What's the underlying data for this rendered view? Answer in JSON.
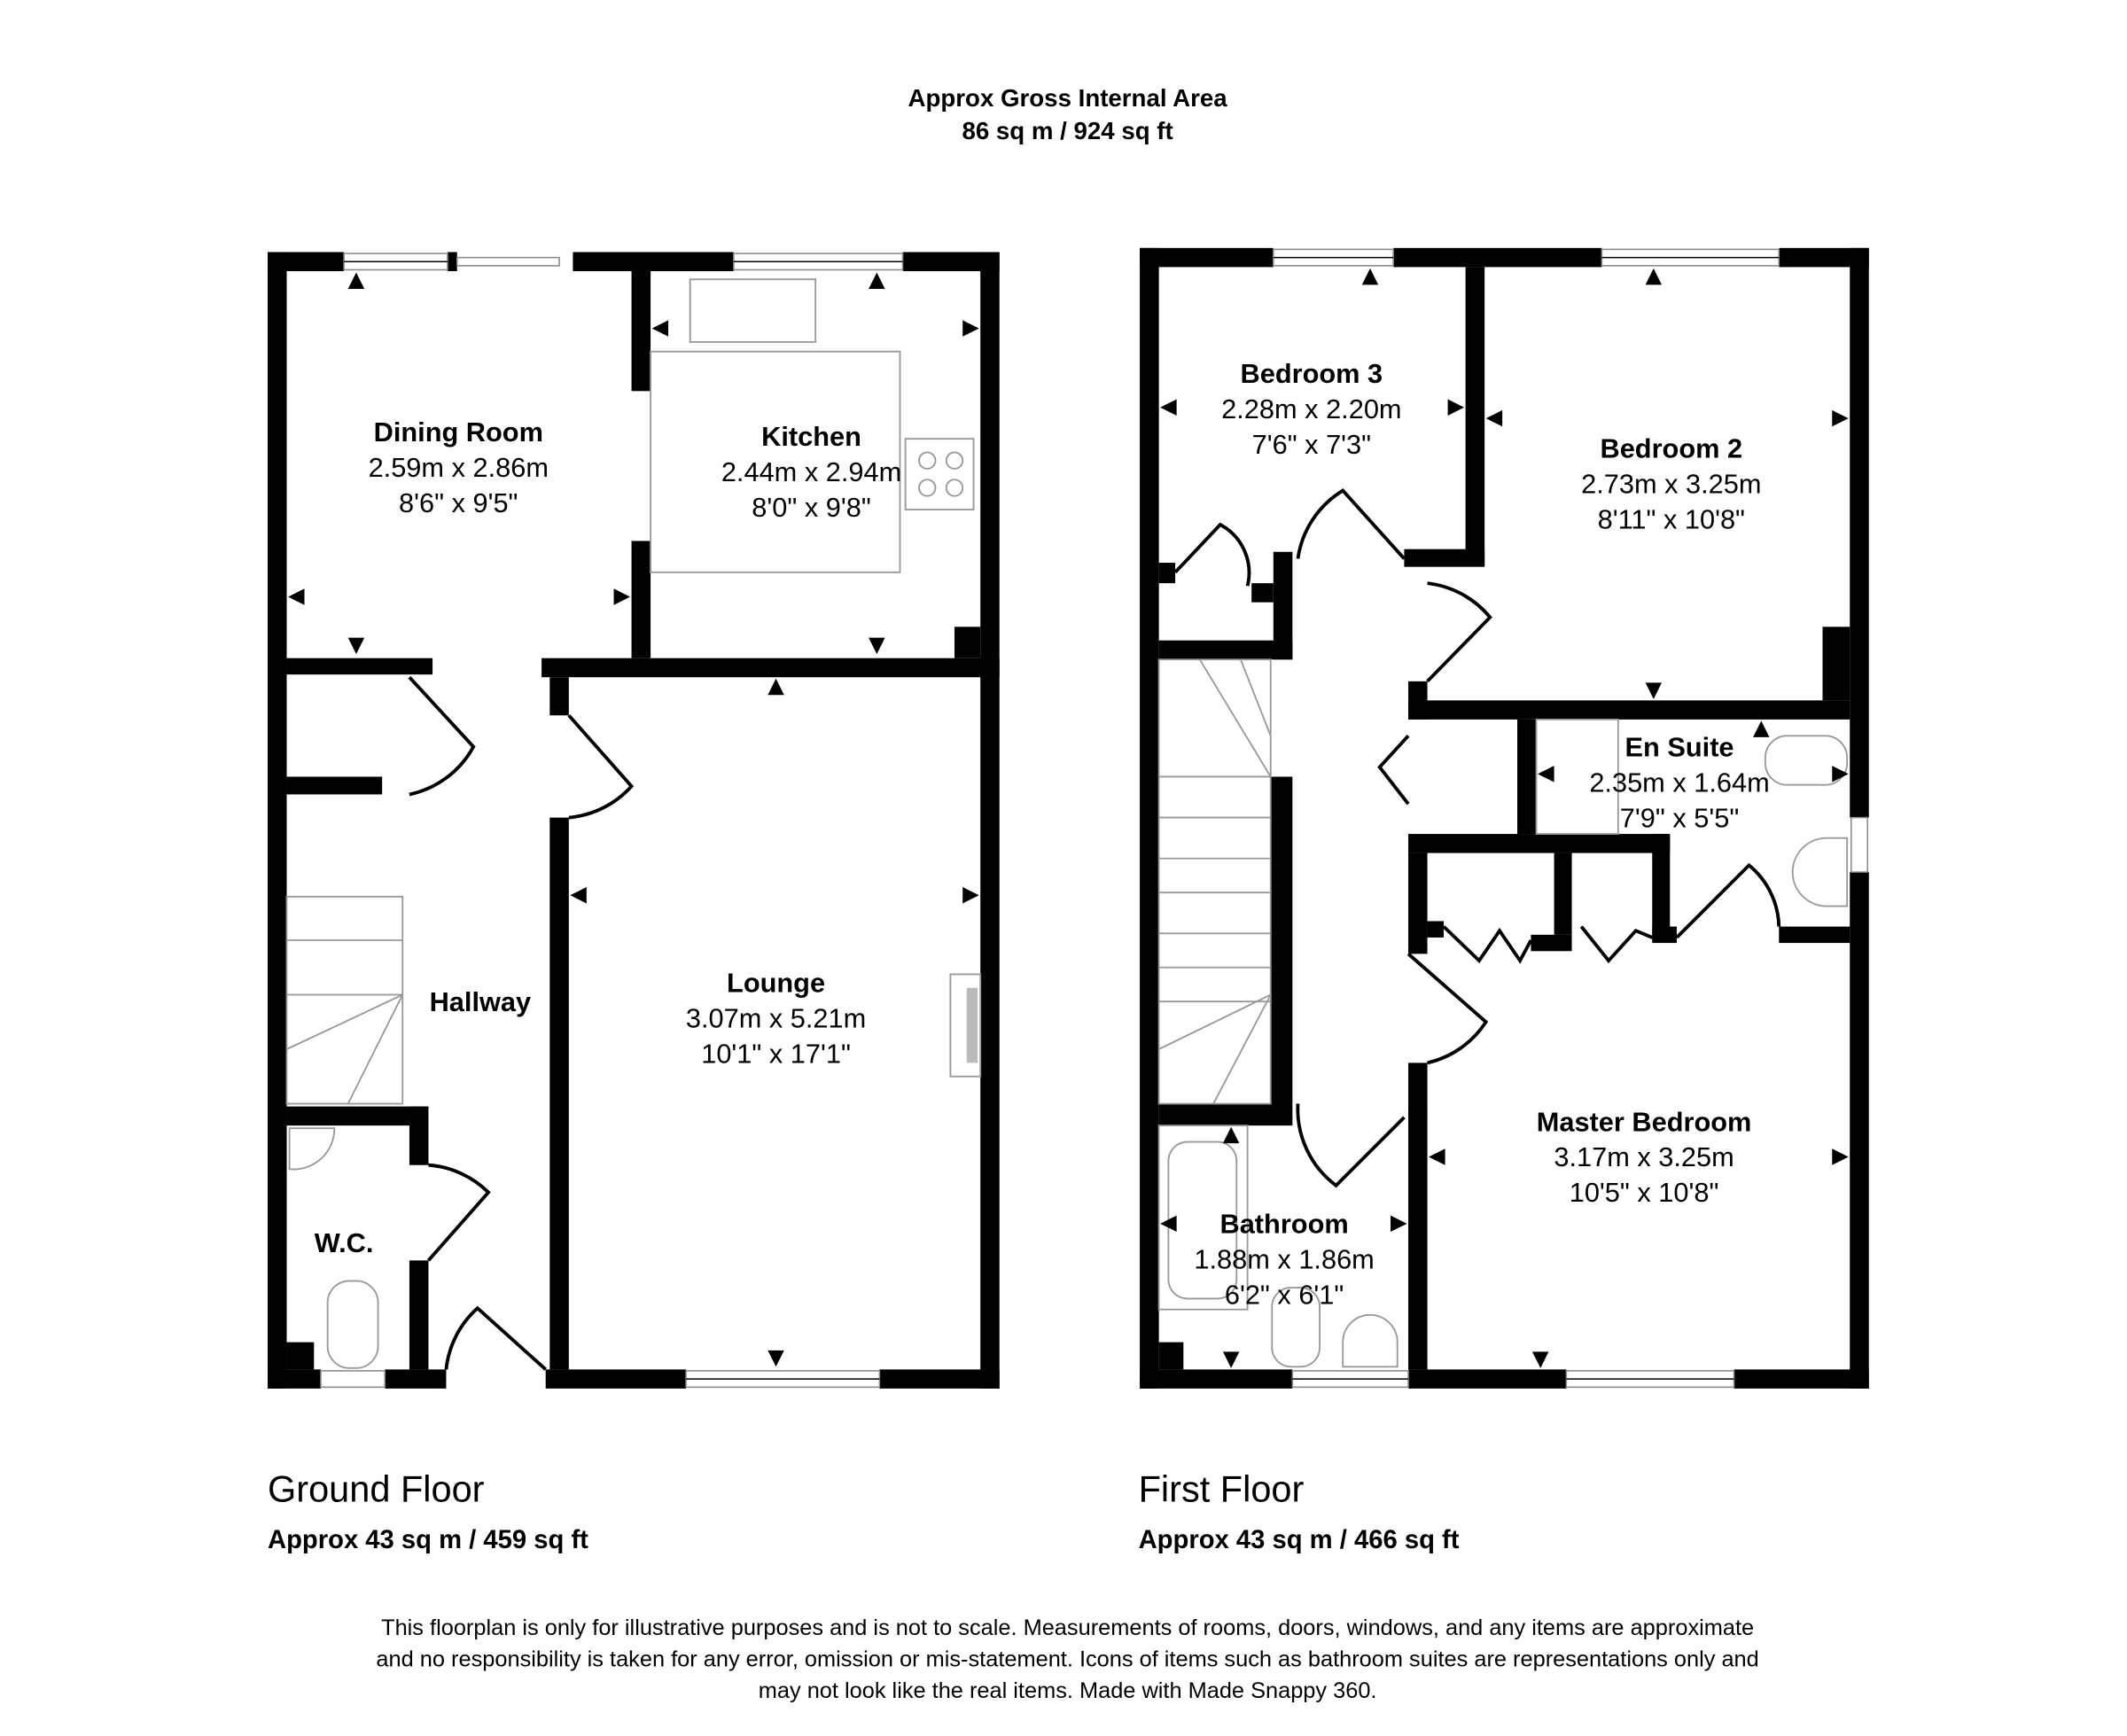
{
  "header": {
    "title": "Approx Gross Internal Area",
    "area": "86 sq m / 924 sq ft"
  },
  "floors": [
    {
      "name": "Ground Floor",
      "area": "Approx 43 sq m / 459 sq ft",
      "rooms": [
        {
          "name": "Dining Room",
          "metric": "2.59m x 2.86m",
          "imperial": "8'6\" x 9'5\""
        },
        {
          "name": "Kitchen",
          "metric": "2.44m x 2.94m",
          "imperial": "8'0\" x 9'8\""
        },
        {
          "name": "Hallway"
        },
        {
          "name": "Lounge",
          "metric": "3.07m x 5.21m",
          "imperial": "10'1\" x 17'1\""
        },
        {
          "name": "W.C."
        }
      ]
    },
    {
      "name": "First Floor",
      "area": "Approx 43 sq m / 466 sq ft",
      "rooms": [
        {
          "name": "Bedroom 3",
          "metric": "2.28m x 2.20m",
          "imperial": "7'6\" x 7'3\""
        },
        {
          "name": "Bedroom 2",
          "metric": "2.73m x 3.25m",
          "imperial": "8'11\" x 10'8\""
        },
        {
          "name": "En Suite",
          "metric": "2.35m x 1.64m",
          "imperial": "7'9\" x 5'5\""
        },
        {
          "name": "Master Bedroom",
          "metric": "3.17m x 3.25m",
          "imperial": "10'5\" x 10'8\""
        },
        {
          "name": "Bathroom",
          "metric": "1.88m x 1.86m",
          "imperial": "6'2\" x 6'1\""
        }
      ]
    }
  ],
  "disclaimer": [
    "This floorplan is only for illustrative purposes and is not to scale. Measurements of rooms, doors, windows, and any items are approximate",
    "and no responsibility is taken for any error, omission or mis-statement. Icons of items such as bathroom suites are representations only and",
    "may not look like the real items. Made with Made Snappy 360."
  ]
}
